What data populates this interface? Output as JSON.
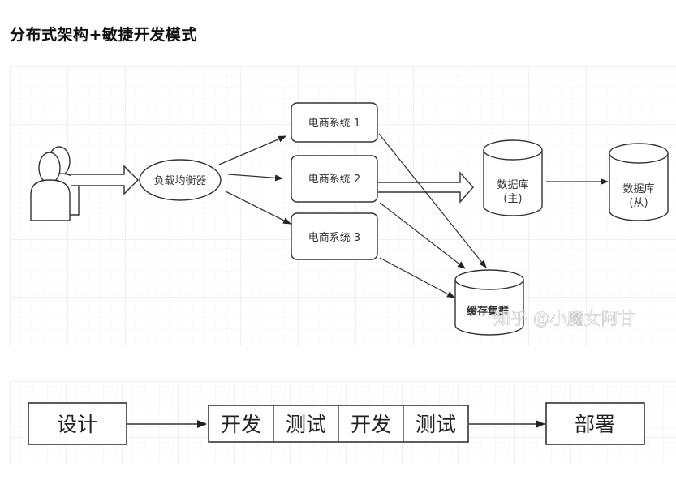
{
  "page_title": "分布式架构+敏捷开发模式",
  "architecture": {
    "users_icon": "users-icon",
    "load_balancer": "负载均衡器",
    "systems": [
      "电商系统 1",
      "电商系统 2",
      "电商系统 3"
    ],
    "db_master": [
      "数据库",
      "(主)"
    ],
    "db_slave": [
      "数据库",
      "(从)"
    ],
    "cache": "缓存集群",
    "watermark": "知乎 @小魔女阿甘"
  },
  "agile": {
    "design": "设计",
    "iterations": [
      "开发",
      "测试",
      "开发",
      "测试"
    ],
    "deploy": "部署"
  }
}
